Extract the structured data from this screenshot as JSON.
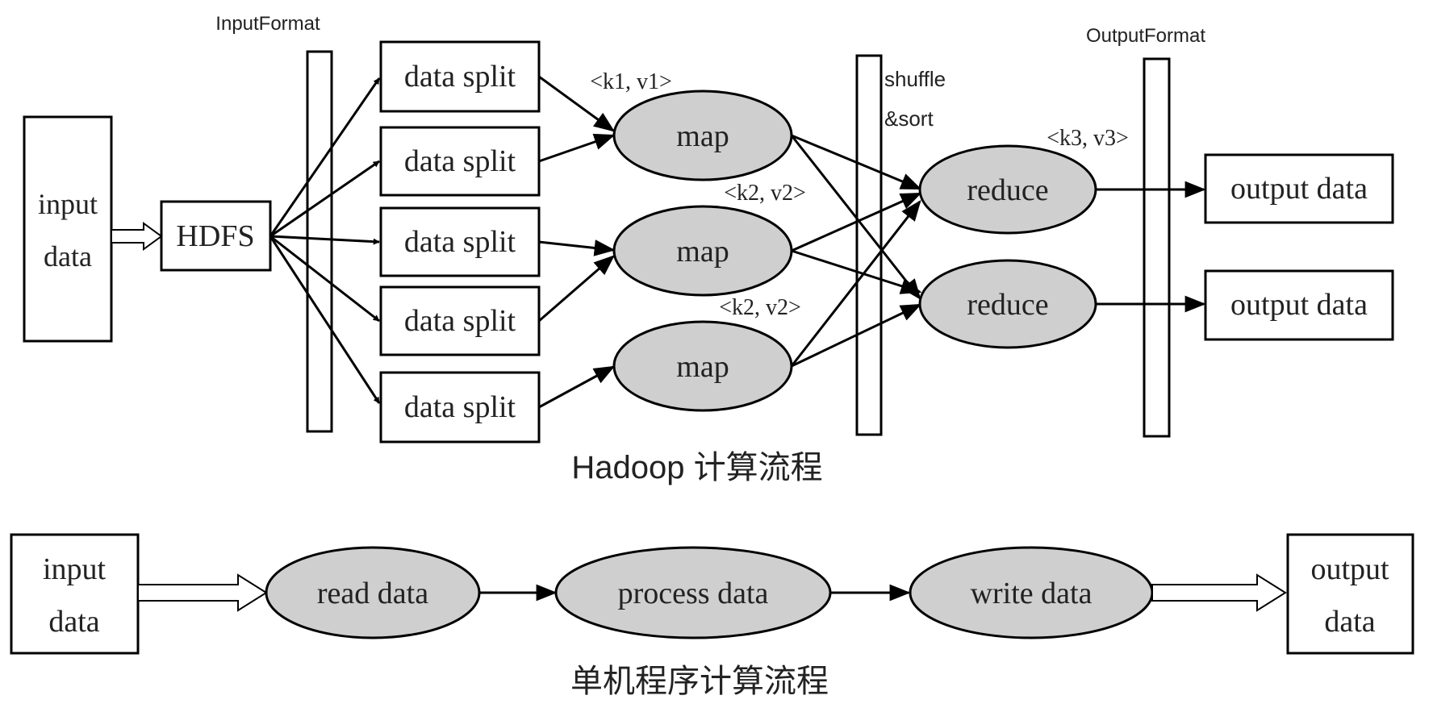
{
  "hadoop_flow": {
    "caption": "Hadoop 计算流程",
    "input_data": [
      "input",
      "data"
    ],
    "hdfs": "HDFS",
    "input_format": "InputFormat",
    "data_splits": [
      "data split",
      "data split",
      "data split",
      "data split",
      "data split"
    ],
    "maps": [
      "map",
      "map",
      "map"
    ],
    "kv_labels": [
      "<k1, v1>",
      "<k2, v2>",
      "<k2, v2>",
      "<k3, v3>"
    ],
    "shuffle_sort": [
      "shuffle",
      "&sort"
    ],
    "reduces": [
      "reduce",
      "reduce"
    ],
    "output_format": "OutputFormat",
    "outputs": [
      "output data",
      "output data"
    ]
  },
  "single_flow": {
    "caption": "单机程序计算流程",
    "input_data": [
      "input",
      "data"
    ],
    "read": "read data",
    "process": "process data",
    "write": "write data",
    "output_data": [
      "output",
      "data"
    ]
  }
}
